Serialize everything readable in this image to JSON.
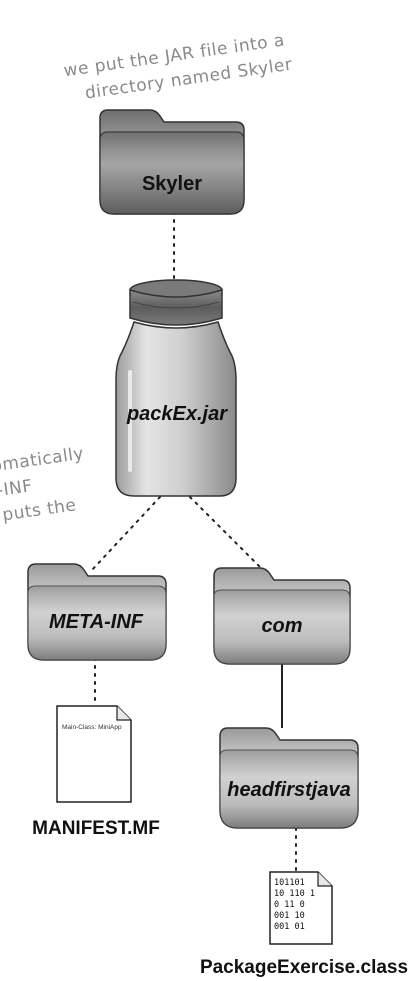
{
  "notes": {
    "top_line1": "we put the JAR file into a",
    "top_line2": "directory named Skyler",
    "left_line1": "omatically",
    "left_line2": "-INF",
    "left_line3": "puts the"
  },
  "folders": {
    "skyler": "Skyler",
    "meta_inf": "META-INF",
    "com": "com",
    "headfirstjava": "headfirstjava"
  },
  "jar": {
    "label": "packEx.jar"
  },
  "files": {
    "manifest": {
      "content": "Main-Class: MiniApp",
      "caption": "MANIFEST.MF"
    },
    "class_file": {
      "lines": [
        "101101",
        "10 110 1",
        "0 11 0",
        "001 10",
        "001 01"
      ],
      "caption": "PackageExercise.class"
    }
  }
}
